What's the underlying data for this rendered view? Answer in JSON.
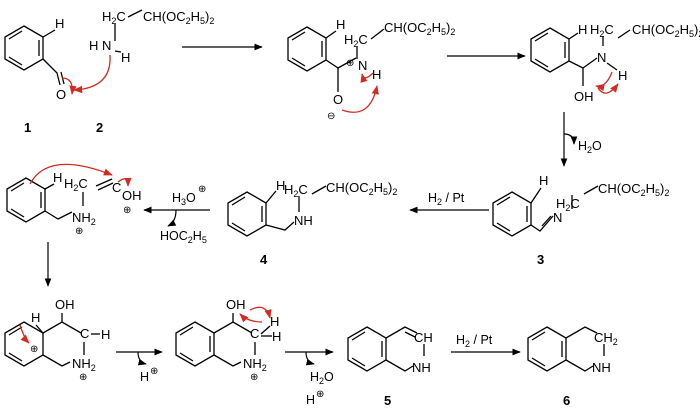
{
  "compounds": {
    "c1": "1",
    "c2": "2",
    "c3": "3",
    "c4": "4",
    "c5": "5",
    "c6": "6"
  },
  "reagents": {
    "water_out": "H2O",
    "hydrogenation": "H2 / Pt",
    "hydronium": "H3O",
    "ethanol_out": "HOC2H5",
    "proton": "H",
    "water": "H2O"
  },
  "groups": {
    "acetal": "CH(OC2H5)2",
    "ch2": "H2C",
    "nh2": "NH2",
    "nh": "NH",
    "n": "N",
    "h": "H",
    "o": "O",
    "oh": "OH",
    "ch": "CH",
    "ch2_right": "CH2",
    "c": "C"
  },
  "colors": {
    "curly_arrow": "#d42a20",
    "ink": "#000000"
  }
}
